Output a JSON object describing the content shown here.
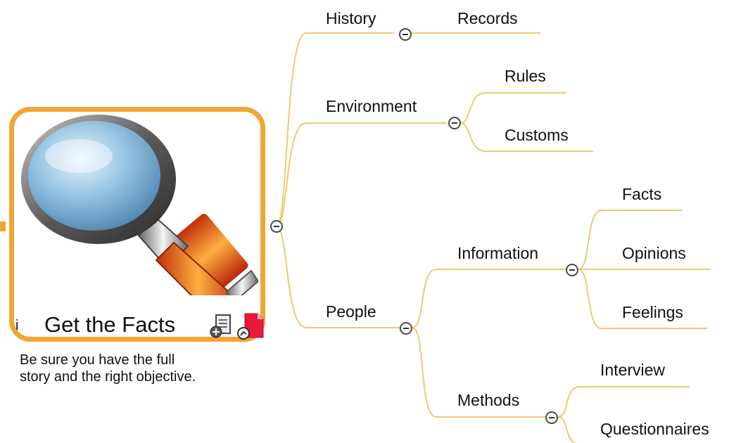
{
  "central_topic": {
    "title": "Get the Facts",
    "info_marker": "i",
    "note_lines": [
      "Be sure you have the full",
      "story and the right objective."
    ],
    "icon": "magnifying-glass-icon",
    "attachment_icons": [
      "add-document-icon",
      "pdf-link-icon"
    ],
    "border_color": "#f2a533"
  },
  "branch_color": "#f2c96b",
  "branches": [
    {
      "label": "History",
      "children": [
        {
          "label": "Records"
        }
      ]
    },
    {
      "label": "Environment",
      "children": [
        {
          "label": "Rules"
        },
        {
          "label": "Customs"
        }
      ]
    },
    {
      "label": "People",
      "children": [
        {
          "label": "Information",
          "children": [
            {
              "label": "Facts"
            },
            {
              "label": "Opinions"
            },
            {
              "label": "Feelings"
            }
          ]
        },
        {
          "label": "Methods",
          "children": [
            {
              "label": "Interview"
            },
            {
              "label": "Questionnaires"
            }
          ]
        }
      ]
    }
  ]
}
